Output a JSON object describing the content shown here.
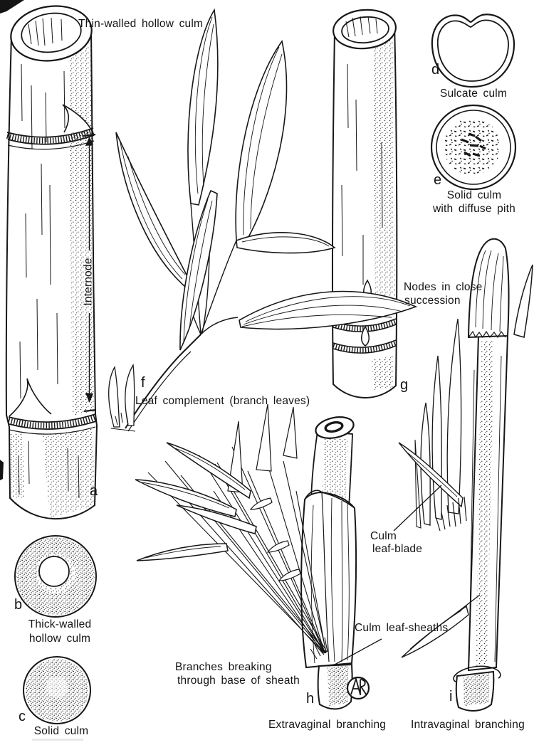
{
  "colors": {
    "ink": "#171717",
    "paper": "#ffffff"
  },
  "labels": {
    "thin_walled": "Thin-walled hollow culm",
    "internode": "Internode",
    "nodes_close_1": "Nodes in close",
    "nodes_close_2": "succession",
    "leaf_complement": "Leaf complement (branch leaves)",
    "culm_leaf_blade_1": "Culm",
    "culm_leaf_blade_2": "leaf-blade",
    "culm_leaf_sheaths": "Culm leaf-sheaths",
    "branches_breaking_1": "Branches breaking",
    "branches_breaking_2": "through base of sheath"
  },
  "panels": {
    "a": {
      "letter": "a"
    },
    "b": {
      "letter": "b",
      "caption_1": "Thick-walled",
      "caption_2": "hollow culm"
    },
    "c": {
      "letter": "c",
      "caption": "Solid culm"
    },
    "d": {
      "letter": "d",
      "caption": "Sulcate culm"
    },
    "e": {
      "letter": "e",
      "caption_1": "Solid culm",
      "caption_2": "with diffuse pith"
    },
    "f": {
      "letter": "f"
    },
    "g": {
      "letter": "g"
    },
    "h": {
      "letter": "h",
      "caption": "Extravaginal branching"
    },
    "i": {
      "letter": "i",
      "caption": "Intravaginal branching"
    }
  },
  "monogram_icon": "AR"
}
